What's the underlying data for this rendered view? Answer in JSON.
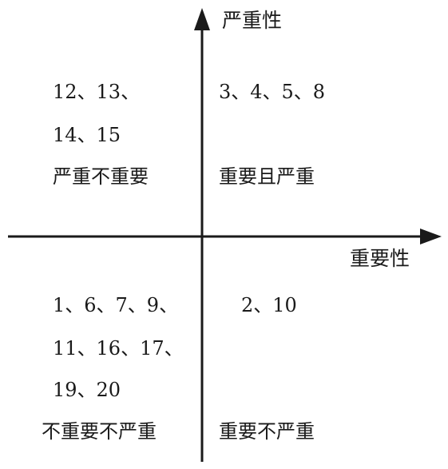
{
  "axes": {
    "vertical_label": "严重性",
    "horizontal_label": "重要性",
    "color": "#1a1a1a"
  },
  "quadrants": {
    "top_left": {
      "items": [
        "12、13、",
        "14、15"
      ],
      "label": "严重不重要"
    },
    "top_right": {
      "items": [
        "3、4、5、8"
      ],
      "label": "重要且严重"
    },
    "bottom_left": {
      "items": [
        "1、6、7、9、",
        "11、16、17、",
        "19、20"
      ],
      "label": "不重要不严重"
    },
    "bottom_right": {
      "items": [
        "2、10"
      ],
      "label": "重要不严重"
    }
  }
}
